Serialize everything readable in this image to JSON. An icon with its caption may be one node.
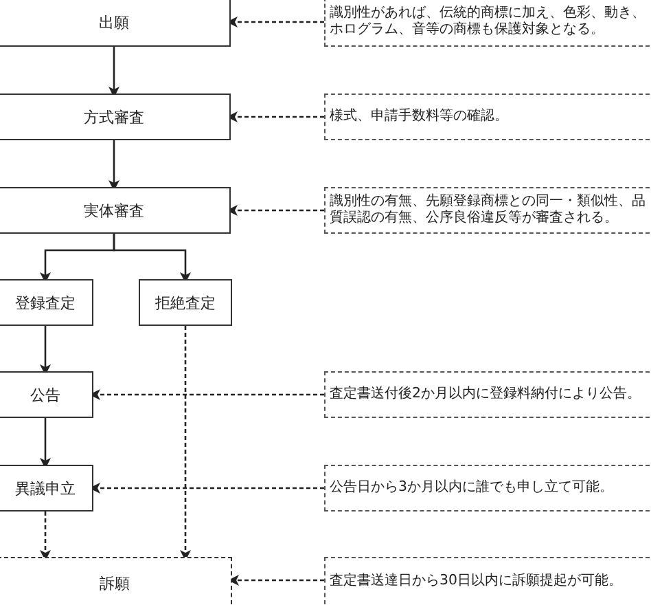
{
  "diagram": {
    "nodes": [
      {
        "text": [
          "出願"
        ]
      },
      {
        "text": [
          "方式審査"
        ]
      },
      {
        "text": [
          "実体審査"
        ]
      },
      {
        "text": [
          "登録査定"
        ]
      },
      {
        "text": [
          "拒絶査定"
        ]
      },
      {
        "text": [
          "公告"
        ]
      },
      {
        "text": [
          "異議申立"
        ]
      },
      {
        "text": [
          "訴願"
        ]
      },
      {
        "text": [
          "識別性があれば、伝統的商標に加え、色彩、動き、ホログラム、音等の商標も保護対象となる。"
        ]
      },
      {
        "text": [
          "様式、申請手数料等の確認。"
        ]
      },
      {
        "text": [
          "識別性の有無、先願登録商標との同一・類似性、品質誤認の有無、公序良俗違反等が審査される。"
        ]
      },
      {
        "text": [
          "査定書送付後2か月以内に登録料納付により公告。"
        ]
      },
      {
        "text": [
          "公告日から3か月以内に誰でも申し立て可能。"
        ]
      },
      {
        "text": [
          "査定書送達日から30日以内に訴願提起が可能。"
        ]
      }
    ],
    "edges": [
      {
        "from": 0,
        "to": 1,
        "arrow": "to"
      },
      {
        "from": 1,
        "to": 2,
        "arrow": "to"
      },
      {
        "from": 2,
        "to": 3,
        "arrow": "to"
      },
      {
        "from": 2,
        "to": 4,
        "arrow": "to"
      },
      {
        "from": 3,
        "to": 5,
        "arrow": "to"
      },
      {
        "from": 5,
        "to": 6,
        "arrow": "to"
      },
      {
        "from": 6,
        "to": 7,
        "arrow": "to",
        "style": "dashed"
      },
      {
        "from": 4,
        "to": 7,
        "arrow": "to",
        "style": "dashed"
      },
      {
        "from": 8,
        "to": 0,
        "arrow": "to",
        "style": "dashed"
      },
      {
        "from": 9,
        "to": 1,
        "arrow": "to",
        "style": "dashed"
      },
      {
        "from": 10,
        "to": 2,
        "arrow": "to",
        "style": "dashed"
      },
      {
        "from": 11,
        "to": 5,
        "arrow": "to",
        "style": "dashed"
      },
      {
        "from": 12,
        "to": 6,
        "arrow": "to",
        "style": "dashed"
      },
      {
        "from": 13,
        "to": 7,
        "arrow": "to",
        "style": "dashed"
      }
    ]
  }
}
